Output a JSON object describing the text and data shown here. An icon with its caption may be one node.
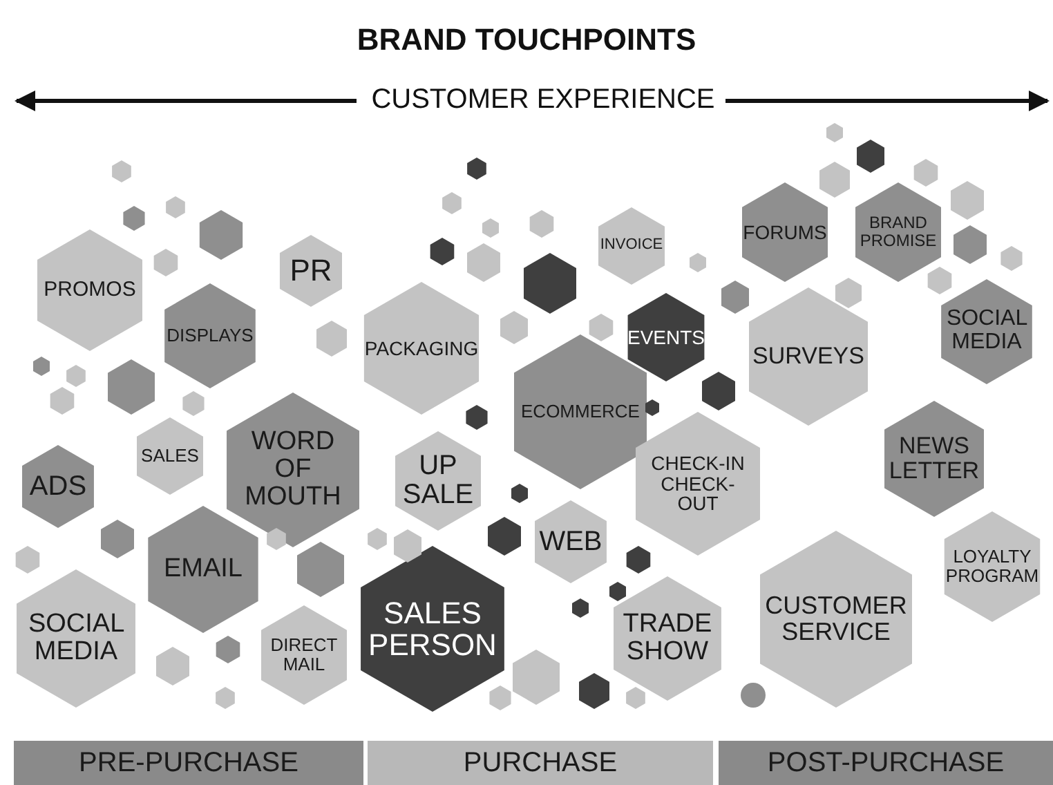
{
  "diagram": {
    "title": "BRAND TOUCHPOINTS",
    "nodes": [
      {
        "text": [
          "PROMOS"
        ]
      },
      {
        "text": [
          "DISPLAYS"
        ]
      },
      {
        "text": [
          "PR"
        ]
      },
      {
        "text": [
          "ADS"
        ]
      },
      {
        "text": [
          "SALES"
        ]
      },
      {
        "text": [
          "WORD OF MOUTH"
        ]
      },
      {
        "text": [
          "EMAIL"
        ]
      },
      {
        "text": [
          "SOCIAL MEDIA"
        ]
      },
      {
        "text": [
          "DIRECT MAIL"
        ]
      },
      {
        "text": [
          "PACKAGING"
        ]
      },
      {
        "text": [
          "INVOICE"
        ]
      },
      {
        "text": [
          "EVENTS"
        ]
      },
      {
        "text": [
          "ECOMMERCE"
        ]
      },
      {
        "text": [
          "UP SALE"
        ]
      },
      {
        "text": [
          "WEB"
        ]
      },
      {
        "text": [
          "CHECK-IN CHECK-OUT"
        ]
      },
      {
        "text": [
          "SALES PERSON"
        ]
      },
      {
        "text": [
          "TRADE SHOW"
        ]
      },
      {
        "text": [
          "FORUMS"
        ]
      },
      {
        "text": [
          "BRAND PROMISE"
        ]
      },
      {
        "text": [
          "SURVEYS"
        ]
      },
      {
        "text": [
          "SOCIAL MEDIA"
        ]
      },
      {
        "text": [
          "NEWS LETTER"
        ]
      },
      {
        "text": [
          "LOYALTY PROGRAM"
        ]
      },
      {
        "text": [
          "CUSTOMER SERVICE"
        ]
      },
      {
        "text": [
          "PRE-PURCHASE"
        ]
      },
      {
        "text": [
          "PURCHASE"
        ]
      },
      {
        "text": [
          "POST-PURCHASE"
        ]
      },
      {
        "text": [],
        "shape": "hexagon"
      },
      {
        "text": [],
        "shape": "hexagon"
      },
      {
        "text": [],
        "shape": "hexagon"
      },
      {
        "text": [],
        "shape": "hexagon"
      },
      {
        "text": [],
        "shape": "hexagon"
      },
      {
        "text": [],
        "shape": "hexagon"
      },
      {
        "text": [],
        "shape": "hexagon"
      },
      {
        "text": [],
        "shape": "hexagon"
      },
      {
        "text": [],
        "shape": "hexagon"
      },
      {
        "text": [],
        "shape": "hexagon"
      },
      {
        "text": [],
        "shape": "hexagon"
      },
      {
        "text": [],
        "shape": "hexagon"
      },
      {
        "text": [],
        "shape": "hexagon"
      },
      {
        "text": [],
        "shape": "hexagon"
      },
      {
        "text": [],
        "shape": "hexagon"
      },
      {
        "text": [],
        "shape": "hexagon"
      },
      {
        "text": [],
        "shape": "hexagon"
      },
      {
        "text": [],
        "shape": "hexagon"
      },
      {
        "text": [],
        "shape": "hexagon"
      },
      {
        "text": [],
        "shape": "hexagon"
      },
      {
        "text": [],
        "shape": "hexagon"
      },
      {
        "text": [],
        "shape": "hexagon"
      },
      {
        "text": [],
        "shape": "hexagon"
      },
      {
        "text": [],
        "shape": "hexagon"
      },
      {
        "text": [],
        "shape": "hexagon"
      },
      {
        "text": [],
        "shape": "hexagon"
      },
      {
        "text": [],
        "shape": "hexagon"
      },
      {
        "text": [],
        "shape": "hexagon"
      },
      {
        "text": [],
        "shape": "hexagon"
      },
      {
        "text": [],
        "shape": "hexagon"
      },
      {
        "text": [],
        "shape": "hexagon"
      },
      {
        "text": [],
        "shape": "hexagon"
      },
      {
        "text": [],
        "shape": "hexagon"
      },
      {
        "text": [],
        "shape": "hexagon"
      },
      {
        "text": [],
        "shape": "hexagon"
      },
      {
        "text": [],
        "shape": "hexagon"
      },
      {
        "text": [],
        "shape": "hexagon"
      },
      {
        "text": [],
        "shape": "hexagon"
      },
      {
        "text": [],
        "shape": "hexagon"
      },
      {
        "text": [],
        "shape": "hexagon"
      },
      {
        "text": [],
        "shape": "hexagon"
      },
      {
        "text": [],
        "shape": "hexagon"
      },
      {
        "text": [],
        "shape": "hexagon"
      },
      {
        "text": [],
        "shape": "hexagon"
      },
      {
        "text": [],
        "shape": "hexagon"
      },
      {
        "text": [],
        "shape": "hexagon"
      },
      {
        "text": [],
        "shape": "hexagon"
      },
      {
        "text": [],
        "shape": "hexagon"
      },
      {
        "text": [],
        "shape": "hexagon"
      },
      {
        "text": [],
        "shape": "hexagon"
      },
      {
        "text": [],
        "shape": "hexagon"
      },
      {
        "text": [],
        "shape": "hexagon"
      },
      {
        "text": [],
        "shape": "circle"
      }
    ],
    "labels": [
      "CUSTOMER EXPERIENCE"
    ]
  }
}
